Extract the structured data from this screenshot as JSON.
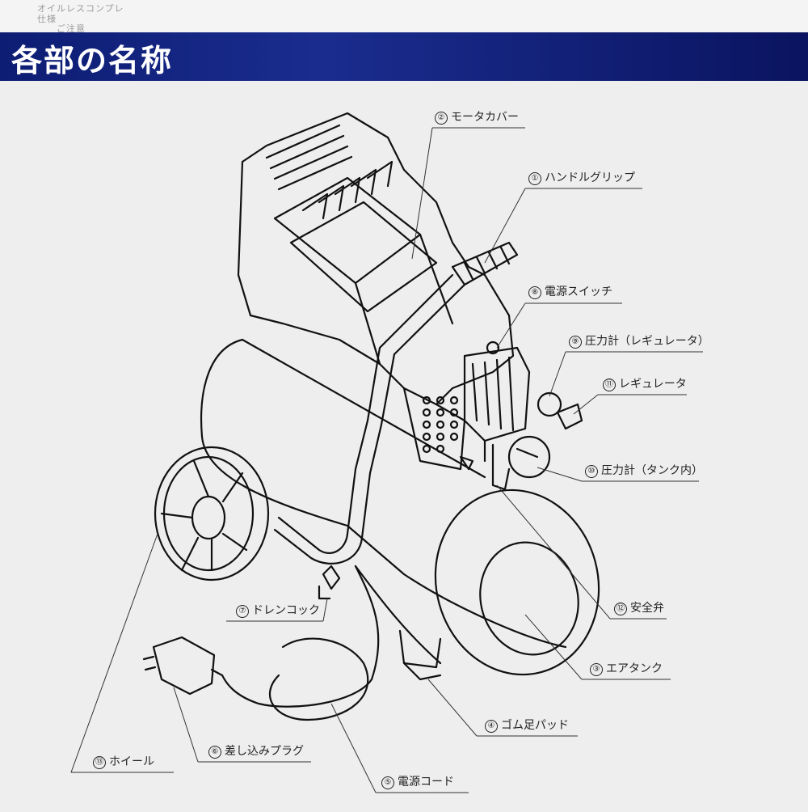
{
  "top_fragments": [
    "オイルレスコンプレ",
    "仕様",
    "ご注意"
  ],
  "header": {
    "title": "各部の名称"
  },
  "parts": [
    {
      "num": "②",
      "label": "モータカバー"
    },
    {
      "num": "①",
      "label": "ハンドルグリップ"
    },
    {
      "num": "⑧",
      "label": "電源スイッチ"
    },
    {
      "num": "⑨",
      "label": "圧力計（レギュレータ）"
    },
    {
      "num": "⑪",
      "label": "レギュレータ"
    },
    {
      "num": "⑩",
      "label": "圧力計（タンク内）"
    },
    {
      "num": "⑫",
      "label": "安全弁"
    },
    {
      "num": "⑦",
      "label": "ドレンコック"
    },
    {
      "num": "③",
      "label": "エアタンク"
    },
    {
      "num": "④",
      "label": "ゴム足パッド"
    },
    {
      "num": "⑥",
      "label": "差し込みプラグ"
    },
    {
      "num": "⑬",
      "label": "ホイール"
    },
    {
      "num": "⑤",
      "label": "電源コード"
    }
  ]
}
